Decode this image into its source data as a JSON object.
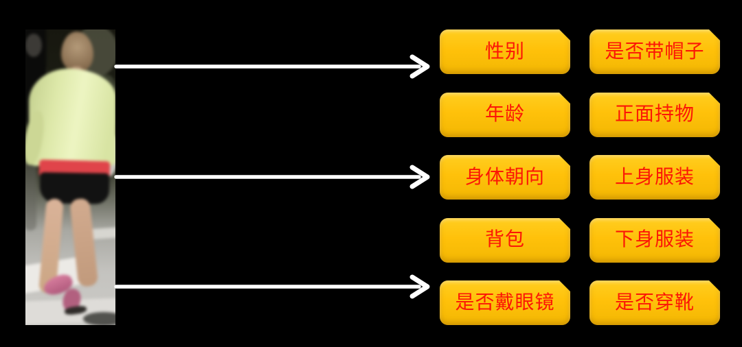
{
  "slide": {
    "background_color": "#000000"
  },
  "photo": {
    "description": "Blurry surveillance crop of a woman seen from behind walking on a crosswalk, wearing a light yellow-green jacket, red-and-black shorts and pink shoes"
  },
  "arrows": {
    "count": 3,
    "color": "#ffffff",
    "direction": "right"
  },
  "labels": {
    "fill_color": "#ffc10a",
    "text_color": "#fb1606",
    "columns": [
      [
        "性别",
        "年龄",
        "身体朝向",
        "背包",
        "是否戴眼镜"
      ],
      [
        "是否带帽子",
        "正面持物",
        "上身服装",
        "下身服装",
        "是否穿靴"
      ]
    ]
  }
}
